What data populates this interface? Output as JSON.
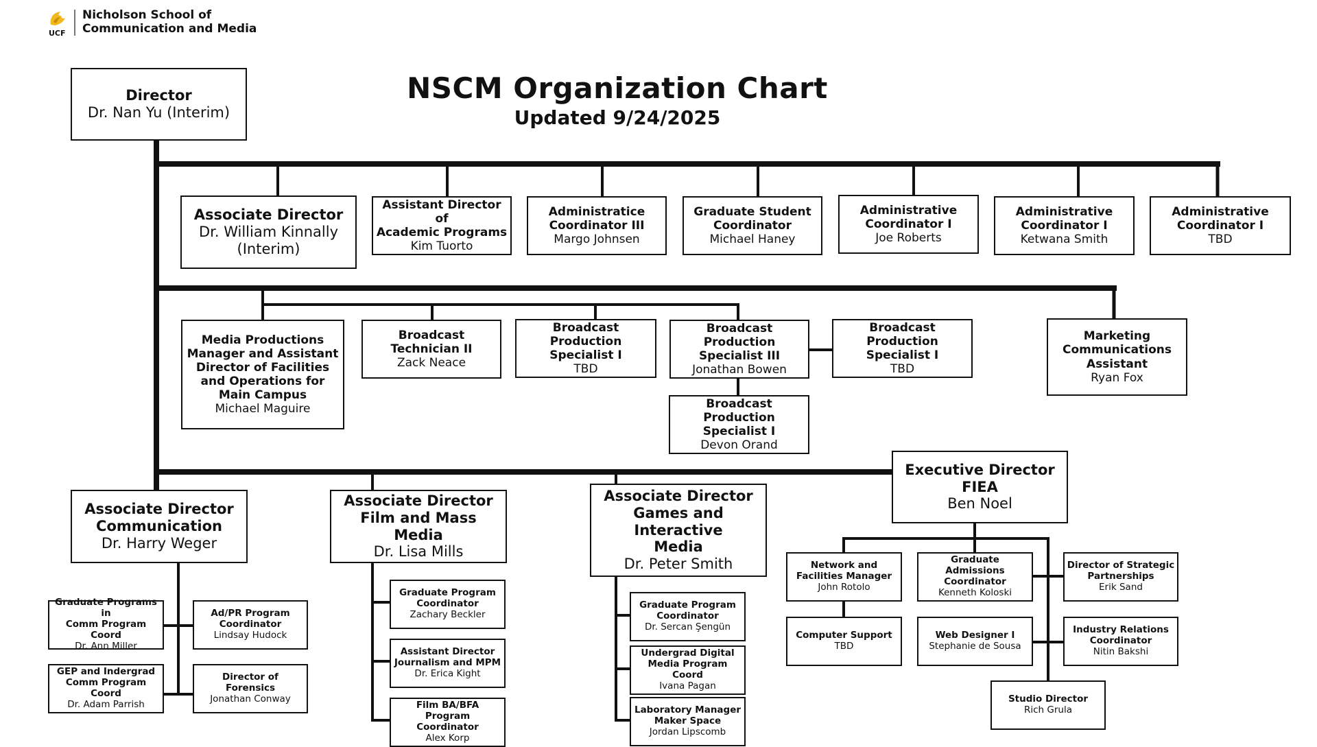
{
  "header": {
    "logo_abbr": "UCF",
    "school_line1": "Nicholson School of",
    "school_line2": "Communication and Media"
  },
  "title": {
    "main": "NSCM Organization Chart",
    "updated": "Updated 9/24/2025"
  },
  "colors": {
    "line": "#111111",
    "logo_gold": "#f2b91f"
  },
  "boxes": {
    "director": {
      "title": "Director",
      "name": "Dr. Nan Yu (Interim)"
    },
    "assoc_dir": {
      "title": "Associate Director",
      "name1": "Dr. William Kinnally",
      "name2": "(Interim)"
    },
    "asst_dir_acad": {
      "title1": "Assistant Director of",
      "title2": "Academic Programs",
      "name": "Kim Tuorto"
    },
    "admin_coord3": {
      "title1": "Administratice",
      "title2": "Coordinator III",
      "name": "Margo Johnsen"
    },
    "grad_student": {
      "title1": "Graduate Student",
      "title2": "Coordinator",
      "name": "Michael Haney"
    },
    "admin_coord1_a": {
      "title1": "Administrative",
      "title2": "Coordinator I",
      "name": "Joe Roberts"
    },
    "admin_coord1_b": {
      "title1": "Administrative",
      "title2": "Coordinator I",
      "name": "Ketwana Smith"
    },
    "admin_coord1_c": {
      "title1": "Administrative",
      "title2": "Coordinator I",
      "name": "TBD"
    },
    "media_prod": {
      "title1": "Media Productions",
      "title2": "Manager and Assistant",
      "title3": "Director of Facilities",
      "title4": "and Operations for",
      "title5": "Main Campus",
      "name": "Michael Maguire"
    },
    "bcast_tech2": {
      "title1": "Broadcast",
      "title2": "Technician II",
      "name": "Zack Neace"
    },
    "bps1_a": {
      "title1": "Broadcast Production",
      "title2": "Specialist I",
      "name": "TBD"
    },
    "bps3": {
      "title1": "Broadcast Production",
      "title2": "Specialist III",
      "name": "Jonathan Bowen"
    },
    "bps1_b": {
      "title1": "Broadcast Production",
      "title2": "Specialist I",
      "name": "TBD"
    },
    "bps1_c": {
      "title1": "Broadcast Production",
      "title2": "Specialist I",
      "name": "Devon Orand"
    },
    "marketing": {
      "title1": "Marketing",
      "title2": "Communications",
      "title3": "Assistant",
      "name": "Ryan Fox"
    },
    "exec_fiea": {
      "title1": "Executive Director",
      "title2": "FIEA",
      "name": "Ben Noel"
    },
    "ad_comm": {
      "title1": "Associate Director",
      "title2": "Communication",
      "name": "Dr. Harry Weger"
    },
    "ad_film": {
      "title1": "Associate Director",
      "title2": "Film and Mass Media",
      "name": "Dr. Lisa Mills"
    },
    "ad_games": {
      "title1": "Associate Director",
      "title2": "Games and Interactive",
      "title3": "Media",
      "name": "Dr. Peter Smith"
    },
    "gp_comm": {
      "title1": "Graduate Programs in",
      "title2": "Comm Program Coord",
      "name": "Dr. Ann Miller"
    },
    "adpr": {
      "title1": "Ad/PR Program",
      "title2": "Coordinator",
      "name": "Lindsay Hudock"
    },
    "gep": {
      "title1": "GEP and Indergrad",
      "title2": "Comm Program Coord",
      "name": "Dr. Adam Parrish"
    },
    "forensics": {
      "title1": "Director of Forensics",
      "name": "Jonathan Conway"
    },
    "gp_film": {
      "title1": "Graduate Program",
      "title2": "Coordinator",
      "name": "Zachary Beckler"
    },
    "asst_journ": {
      "title1": "Assistant Director",
      "title2": "Journalism and MPM",
      "name": "Dr. Erica Kight"
    },
    "film_ba": {
      "title1": "Film BA/BFA",
      "title2": "Program Coordinator",
      "name": "Alex Korp"
    },
    "gp_games": {
      "title1": "Graduate Program",
      "title2": "Coordinator",
      "name": "Dr. Sercan Şengün"
    },
    "undergrad_dm": {
      "title1": "Undergrad Digital",
      "title2": "Media Program Coord",
      "name": "Ivana Pagan"
    },
    "lab_mgr": {
      "title1": "Laboratory Manager",
      "title2": "Maker Space",
      "name": "Jordan Lipscomb"
    },
    "network_fac": {
      "title1": "Network and",
      "title2": "Facilities Manager",
      "name": "John Rotolo"
    },
    "grad_admiss": {
      "title1": "Graduate Admissions",
      "title2": "Coordinator",
      "name": "Kenneth Koloski"
    },
    "strat_partner": {
      "title1": "Director of Strategic",
      "title2": "Partnerships",
      "name": "Erik Sand"
    },
    "comp_support": {
      "title1": "Computer Support",
      "name": "TBD"
    },
    "web_designer": {
      "title1": "Web Designer I",
      "name": "Stephanie de Sousa"
    },
    "industry_rel": {
      "title1": "Industry Relations",
      "title2": "Coordinator",
      "name": "Nitin Bakshi"
    },
    "studio_dir": {
      "title1": "Studio Director",
      "name": "Rich Grula"
    }
  }
}
